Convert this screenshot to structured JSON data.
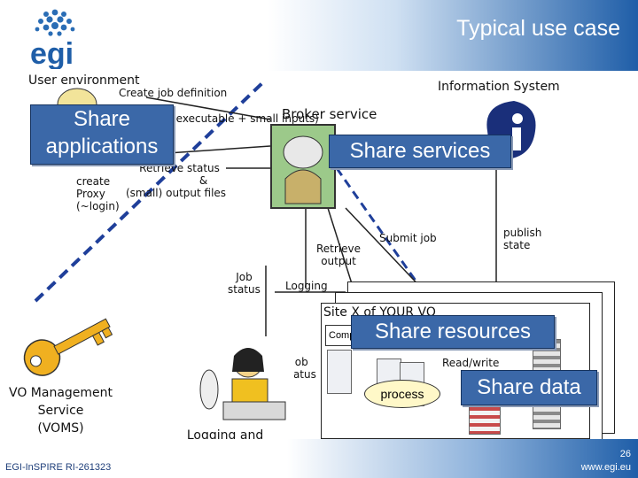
{
  "slide": {
    "title": "Typical use case",
    "footer_left": "EGI-InSPIRE RI-261323",
    "footer_right": "www.egi.eu",
    "page_number": "26"
  },
  "logo": {
    "text": "egi"
  },
  "labels": {
    "user_environment": "User environment",
    "create_job_definition": "Create job definition",
    "executable_inputs": "(executable + small inputs)",
    "broker_service": "Broker service",
    "information_system": "Information System",
    "retrieve_status_1": "Retrieve status",
    "retrieve_status_2": "&",
    "retrieve_status_3": "(small) output files",
    "create_proxy": "create\nProxy\n(~login)",
    "retrieve_output": "Retrieve\noutput",
    "submit_job": "Submit job",
    "publish_state": "publish\nstate",
    "job_status_1": "Job\nstatus",
    "logging": "Logging",
    "site_x": "Site X of YOUR VO",
    "computing": "Comp",
    "job_status_2": "Job\nstatus",
    "read_write": "Read/write",
    "process": "process",
    "voms": "VO Management\nService\n(VOMS)",
    "lb": "Logging and\nbookkeeping service"
  },
  "callouts": {
    "share_applications": "Share\napplications",
    "share_services": "Share services",
    "share_resources": "Share resources",
    "share_data": "Share data"
  },
  "colors": {
    "accent_blue": "#3b68a8",
    "title_gradient_end": "#1f5ea8",
    "key_gold": "#f0b020",
    "broker_green": "#8fc07a",
    "dashed_line": "#1f3f9a"
  }
}
